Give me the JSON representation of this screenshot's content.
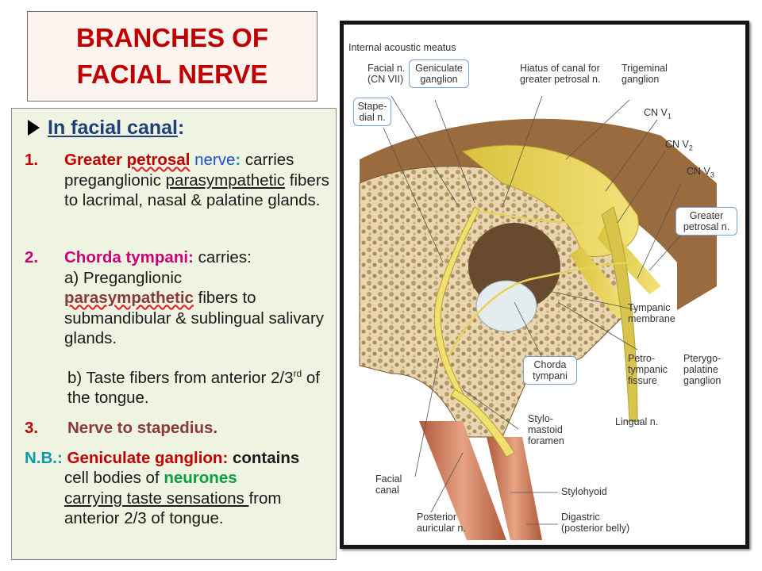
{
  "title": {
    "line1": "BRANCHES OF",
    "line2": "FACIAL NERVE"
  },
  "section": {
    "heading": "In facial canal",
    "colon": ":"
  },
  "items": [
    {
      "number": "1.",
      "name_part1": "Greater ",
      "name_part2": "petrosal",
      "name_part3": " nerve",
      "colon": ": ",
      "text1": "carries preganglionic ",
      "text2": "parasympathetic",
      "text3": " fibers to lacrimal, nasal & palatine glands."
    },
    {
      "number": "2.",
      "name": "Chorda tympani",
      "colon": ": ",
      "intro": "carries:",
      "a_line": "a) Preganglionic",
      "a_term": "parasympathetic",
      "a_rest": " fibers to submandibular & sublingual salivary glands.",
      "b_line": "b) Taste fibers from anterior 2/3",
      "b_sup": "rd",
      "b_end": "  of the tongue."
    },
    {
      "number": "3.",
      "text": "Nerve to stapedius."
    }
  ],
  "nb": {
    "prefix": "N.B.: ",
    "term": "Geniculate ganglion:",
    "verb": " contains",
    "line2_a": "cell bodies of ",
    "line2_b": "neurones",
    "line3": "carrying taste sensations ",
    "line3_end": "from",
    "line4": "anterior 2/3 of tongue."
  },
  "figure": {
    "labels": {
      "internal_acoustic_meatus": "Internal acoustic meatus",
      "facial_n": "Facial n.",
      "cn_vii": "(CN VII)",
      "geniculate_1": "Geniculate",
      "geniculate_2": "ganglion",
      "hiatus_1": "Hiatus of canal for",
      "hiatus_2": "greater petrosal n.",
      "trigeminal_1": "Trigeminal",
      "trigeminal_2": "ganglion",
      "stapedial_1": "Stape-",
      "stapedial_2": "dial n.",
      "cn_v1": "CN V",
      "cn_v1_sub": "1",
      "cn_v2": "CN V",
      "cn_v2_sub": "2",
      "cn_v3": "CN V",
      "cn_v3_sub": "3",
      "greater_petrosal_1": "Greater",
      "greater_petrosal_2": "petrosal n.",
      "tympanic_1": "Tympanic",
      "tympanic_2": "membrane",
      "petrotympanic_1": "Petro-",
      "petrotympanic_2": "tympanic",
      "petrotympanic_3": "fissure",
      "pterygo_1": "Pterygo-",
      "pterygo_2": "palatine",
      "pterygo_3": "ganglion",
      "chorda_1": "Chorda",
      "chorda_2": "tympani",
      "stylomastoid_1": "Stylo-",
      "stylomastoid_2": "mastoid",
      "stylomastoid_3": "foramen",
      "lingual": "Lingual n.",
      "facial_canal_1": "Facial",
      "facial_canal_2": "canal",
      "stylohyoid": "Stylohyoid",
      "posterior_auricular_1": "Posterior",
      "posterior_auricular_2": "auricular n.",
      "digastric_1": "Digastric",
      "digastric_2": "(posterior belly)"
    }
  }
}
